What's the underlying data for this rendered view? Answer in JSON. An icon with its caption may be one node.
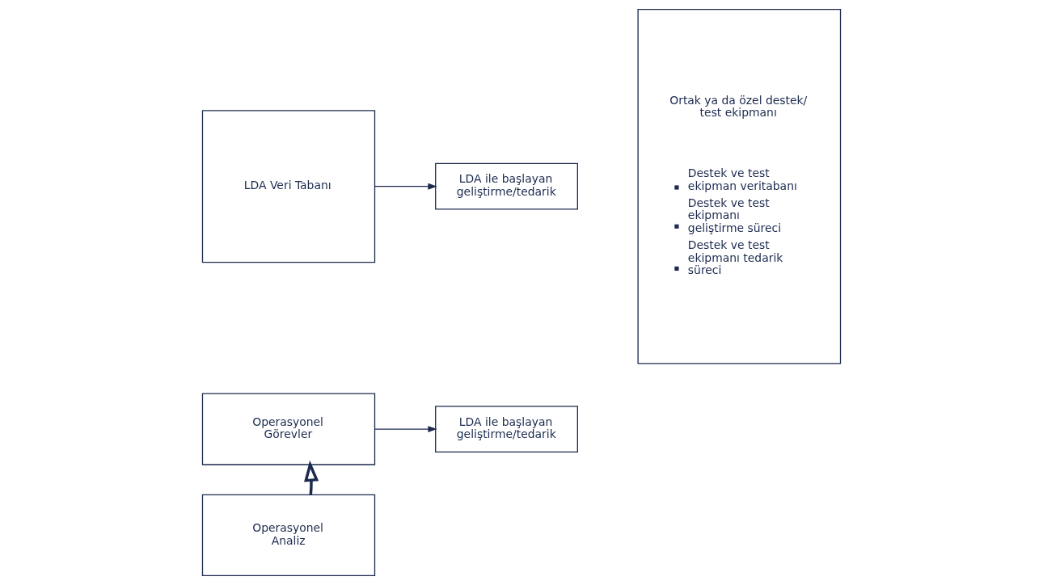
{
  "diagram": {
    "nodes": [
      {
        "text": [
          "LDA Veri Tabanı"
        ]
      },
      {
        "text": [
          "Operasyonel Görevler"
        ]
      },
      {
        "text": [
          "LDA ile başlayan geliştirme/tedarik"
        ]
      },
      {
        "text": [
          "LDA ile başlayan geliştirme/tedarik"
        ]
      },
      {
        "text": [
          "Operasyonel Analiz"
        ]
      },
      {
        "text": [
          "Ortak ya da özel destek/ test ekipmanı",
          "Destek ve test ekipman veritabanı",
          "Destek ve test ekipmanı geliştirme süreci",
          "Destek ve test ekipmanı tedarik süreci"
        ]
      }
    ],
    "edges": [
      {
        "from": 0,
        "to": 2,
        "arrow": "to"
      },
      {
        "from": 1,
        "to": 3,
        "arrow": "to"
      },
      {
        "from": 4,
        "to": 1,
        "arrow": "to",
        "style": "thick"
      }
    ]
  }
}
